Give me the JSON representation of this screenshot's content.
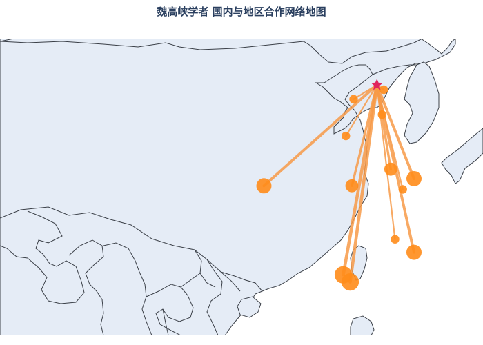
{
  "title": "魏高峡学者 国内与地区合作网络地图",
  "colors": {
    "land": "#e5ecf6",
    "border": "#3a3f47",
    "sea": "#ffffff",
    "link": "#f79a48",
    "node": "#ff8c1a",
    "origin": "#e0245e"
  },
  "origin": {
    "lon": 117.2,
    "lat": 39.1
  },
  "chart_data": {
    "type": "network-map",
    "projection": {
      "lon_range": [
        73.5,
        129.5
      ],
      "lat_range": [
        18.0,
        43.0
      ]
    },
    "origin_marker": "star",
    "partners": [
      {
        "lon": 118.0,
        "lat": 38.7,
        "weight": 2
      },
      {
        "lon": 114.5,
        "lat": 37.9,
        "weight": 2
      },
      {
        "lon": 117.8,
        "lat": 36.6,
        "weight": 2
      },
      {
        "lon": 113.6,
        "lat": 34.8,
        "weight": 2
      },
      {
        "lon": 104.1,
        "lat": 30.6,
        "weight": 5
      },
      {
        "lon": 114.3,
        "lat": 30.6,
        "weight": 4
      },
      {
        "lon": 118.8,
        "lat": 32.0,
        "weight": 4
      },
      {
        "lon": 120.2,
        "lat": 30.3,
        "weight": 2
      },
      {
        "lon": 121.5,
        "lat": 31.2,
        "weight": 5
      },
      {
        "lon": 119.3,
        "lat": 26.1,
        "weight": 2
      },
      {
        "lon": 121.5,
        "lat": 25.0,
        "weight": 5
      },
      {
        "lon": 113.3,
        "lat": 23.1,
        "weight": 6
      },
      {
        "lon": 114.1,
        "lat": 22.5,
        "weight": 6
      }
    ]
  }
}
